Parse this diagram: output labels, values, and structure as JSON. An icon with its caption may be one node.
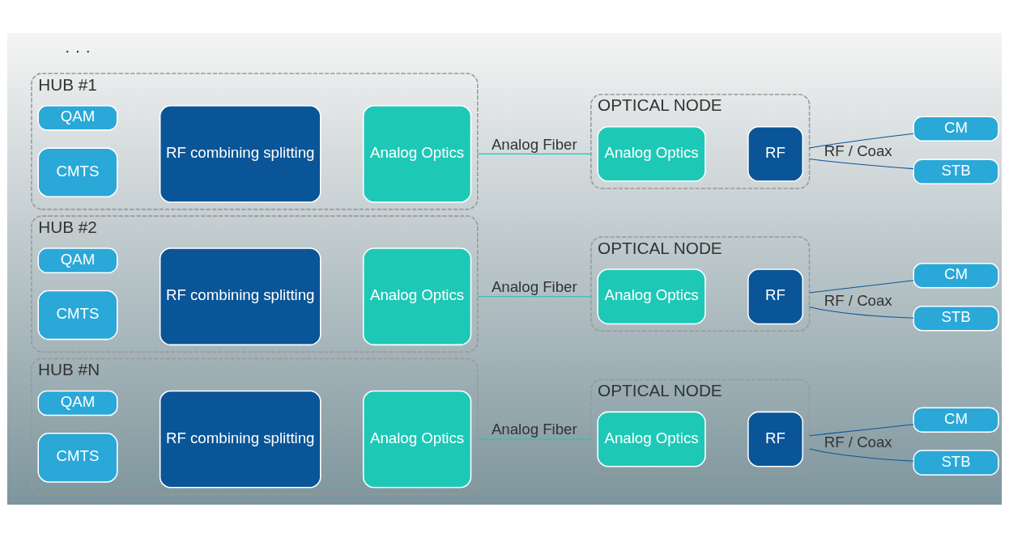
{
  "diagram": {
    "nodes": [
      {
        "text": [
          "HUB #1"
        ]
      },
      {
        "text": [
          "QAM"
        ],
        "in": 0
      },
      {
        "text": [
          "CMTS"
        ],
        "in": 0
      },
      {
        "text": [
          "RF combining splitting"
        ],
        "in": 0
      },
      {
        "text": [
          "Analog Optics"
        ],
        "in": 0
      },
      {
        "text": [
          "OPTICAL NODE"
        ]
      },
      {
        "text": [
          "Analog Optics"
        ],
        "in": 5
      },
      {
        "text": [
          "RF"
        ],
        "in": 5
      },
      {
        "text": [
          "STB"
        ]
      },
      {
        "text": [
          "CM"
        ]
      },
      {
        "text": [
          "HUB #2"
        ]
      },
      {
        "text": [
          "QAM"
        ],
        "in": 10
      },
      {
        "text": [
          "CMTS"
        ],
        "in": 10
      },
      {
        "text": [
          "RF combining splitting"
        ],
        "in": 10
      },
      {
        "text": [
          "Analog Optics"
        ],
        "in": 10
      },
      {
        "text": [
          "OPTICAL NODE"
        ]
      },
      {
        "text": [
          "Analog Optics"
        ],
        "in": 15
      },
      {
        "text": [
          "RF"
        ],
        "in": 15
      },
      {
        "text": [
          "STB"
        ]
      },
      {
        "text": [
          "CM"
        ]
      },
      {
        "text": [
          "HUB #N"
        ]
      },
      {
        "text": [
          "QAM"
        ],
        "in": 20
      },
      {
        "text": [
          "CMTS"
        ],
        "in": 20
      },
      {
        "text": [
          "RF combining splitting"
        ],
        "in": 20
      },
      {
        "text": [
          "Analog Optics"
        ],
        "in": 20
      },
      {
        "text": [
          "OPTICAL NODE"
        ]
      },
      {
        "text": [
          "Analog Optics"
        ],
        "in": 25
      },
      {
        "text": [
          "RF"
        ],
        "in": 25
      },
      {
        "text": [
          "STB"
        ]
      },
      {
        "text": [
          "CM"
        ]
      }
    ],
    "edges": [
      {
        "from": 0,
        "to": 5,
        "arrow": "none",
        "label": "Analog Fiber",
        "color": "#1cc6b4"
      },
      {
        "from": 5,
        "to": 8,
        "arrow": "none",
        "label": "RF / Coax",
        "color": "#0a5597"
      },
      {
        "from": 5,
        "to": 9,
        "arrow": "none",
        "color": "#0a5597"
      },
      {
        "from": 10,
        "to": 15,
        "arrow": "none",
        "label": "Analog Fiber",
        "color": "#1cc6b4"
      },
      {
        "from": 15,
        "to": 18,
        "arrow": "none",
        "label": "RF / Coax",
        "color": "#0a5597"
      },
      {
        "from": 15,
        "to": 19,
        "arrow": "none",
        "color": "#0a5597"
      },
      {
        "from": 20,
        "to": 25,
        "arrow": "none",
        "label": "Analog Fiber",
        "color": "#1cc6b4"
      },
      {
        "from": 25,
        "to": 28,
        "arrow": "none",
        "label": "RF / Coax",
        "color": "#0a5597"
      },
      {
        "from": 25,
        "to": 29,
        "arrow": "none",
        "color": "#0a5597"
      }
    ],
    "labels": [
      "· · ·"
    ]
  }
}
